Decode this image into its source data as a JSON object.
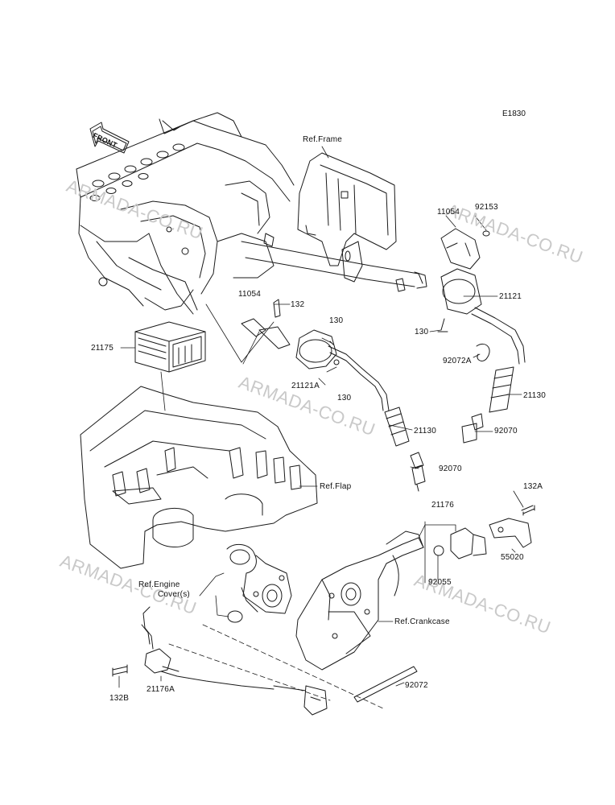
{
  "diagram": {
    "code": "E1830",
    "front_label": "FRONT",
    "watermark": "ARMADA-CO.RU",
    "part_numbers": {
      "p11054_right": "11054",
      "p92153": "92153",
      "p21121": "21121",
      "p130_right": "130",
      "p92072A": "92072A",
      "p21130_right": "21130",
      "p92070_right": "92070",
      "p11054_mid": "11054",
      "p132": "132",
      "p130_mid_top": "130",
      "p21175": "21175",
      "p21121A": "21121A",
      "p130_mid": "130",
      "p21130_mid": "21130",
      "p92070_mid": "92070",
      "p21176": "21176",
      "p132A": "132A",
      "p55020": "55020",
      "p92055": "92055",
      "p21176A": "21176A",
      "p132B": "132B",
      "p92072": "92072"
    },
    "references": {
      "frame": "Ref.Frame",
      "flap": "Ref.Flap",
      "engine_cover_1": "Ref.Engine",
      "engine_cover_2": "Cover(s)",
      "crankcase": "Ref.Crankcase"
    }
  }
}
